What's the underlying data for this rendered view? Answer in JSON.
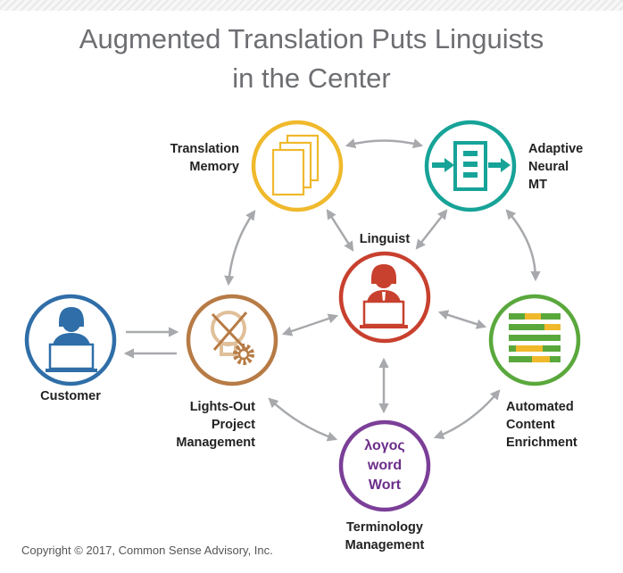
{
  "title": {
    "line1": "Augmented Translation Puts Linguists",
    "line2": "in the Center"
  },
  "nodes": {
    "translation_memory": {
      "label_lines": [
        "Translation",
        "Memory"
      ],
      "color": "#f0b92c",
      "icon": "document-stack-icon"
    },
    "adaptive_neural_mt": {
      "label_lines": [
        "Adaptive",
        "Neural",
        "MT"
      ],
      "color": "#17a398",
      "icon": "neural-mt-icon"
    },
    "linguist": {
      "label_lines": [
        "Linguist"
      ],
      "color": "#c8402e",
      "icon": "person-laptop-icon"
    },
    "customer": {
      "label_lines": [
        "Customer"
      ],
      "color": "#2f6ea8",
      "icon": "person-laptop-icon"
    },
    "lights_out_project_management": {
      "label_lines": [
        "Lights-Out",
        "Project",
        "Management"
      ],
      "color": "#b77b45",
      "icon": "lightbulb-gear-icon"
    },
    "automated_content_enrichment": {
      "label_lines": [
        "Automated",
        "Content",
        "Enrichment"
      ],
      "color": "#5aa83c",
      "icon": "content-bars-icon"
    },
    "terminology_management": {
      "label_lines": [
        "Terminology",
        "Management"
      ],
      "color": "#7b3f98",
      "icon": "multilingual-words-icon",
      "words": [
        "λογος",
        "word",
        "Wort"
      ]
    }
  },
  "arrow_color": "#a7a9ac",
  "footer": {
    "copyright": "Copyright © 2017, Common Sense Advisory, Inc."
  }
}
